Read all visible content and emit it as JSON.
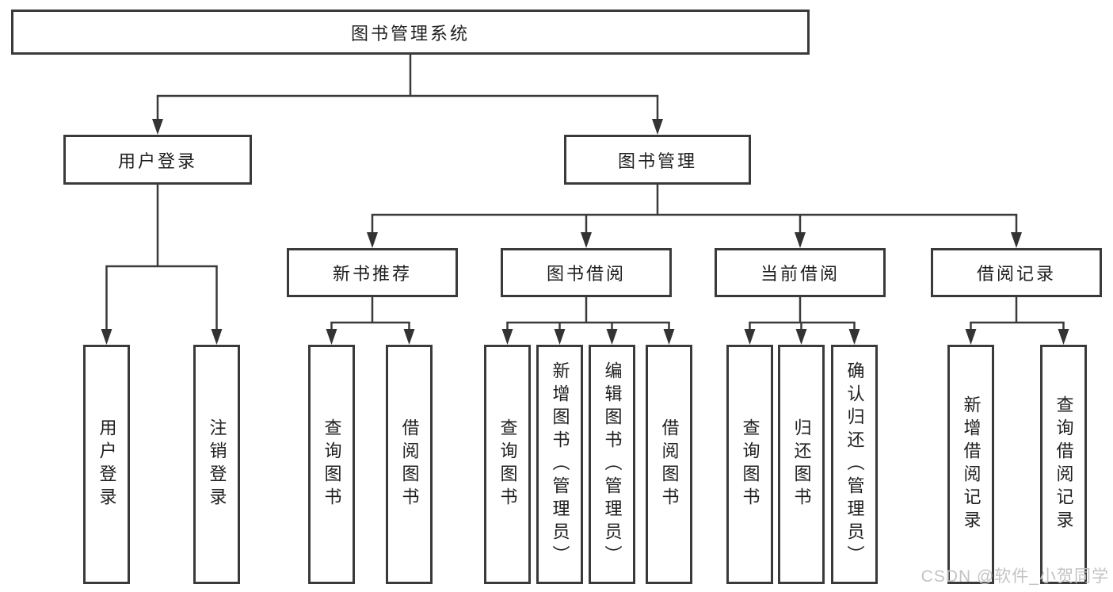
{
  "nodes": {
    "root": "图书管理系统",
    "level2": [
      {
        "label": "用户登录"
      },
      {
        "label": "图书管理"
      }
    ],
    "level3": [
      {
        "label": "新书推荐"
      },
      {
        "label": "图书借阅"
      },
      {
        "label": "当前借阅"
      },
      {
        "label": "借阅记录"
      }
    ],
    "leaves": {
      "user_login": [
        "用户登录",
        "注销登录"
      ],
      "new_book_rec": [
        "查询图书",
        "借阅图书"
      ],
      "book_borrow": [
        "查询图书",
        "新增图书（管理员）",
        "编辑图书（管理员）",
        "借阅图书"
      ],
      "current_borrow": [
        "查询图书",
        "归还图书",
        "确认归还（管理员）"
      ],
      "borrow_records": [
        "新增借阅记录",
        "查询借阅记录"
      ]
    }
  },
  "watermark": {
    "text": "CSDN @软件_小贺同学"
  },
  "colors": {
    "line": "#3a3a3a",
    "box_border": "#3a3a3a",
    "box_fill": "#ffffff",
    "text": "#1f1f1f",
    "watermark": "#c3c3c3",
    "background": "#ffffff"
  }
}
